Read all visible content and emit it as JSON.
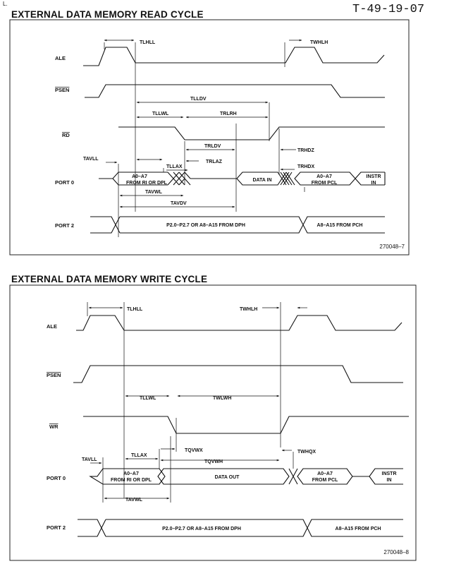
{
  "corner_mark": "L.",
  "doc_number": "T-49-19-07",
  "read": {
    "title": "EXTERNAL DATA MEMORY READ CYCLE",
    "signals": {
      "ale": "ALE",
      "psen": "PSEN",
      "rd": "RD",
      "port0": "PORT 0",
      "port2": "PORT 2"
    },
    "timings": {
      "tlhll": "TLHLL",
      "twhlh": "TWHLH",
      "tlldv": "TLLDV",
      "tllwl": "TLLWL",
      "trlrh": "TRLRH",
      "tavll": "TAVLL",
      "trldv": "TRLDV",
      "trlaz": "TRLAZ",
      "trhdz": "TRHDZ",
      "tllax": "TLLAX",
      "trhdx": "TRHDX",
      "tavwl": "TAVWL",
      "tavdv": "TAVDV"
    },
    "port0_values": {
      "addr_top": "A0–A7",
      "addr_bottom": "FROM RI OR DPL",
      "data": "DATA IN",
      "pcl_top": "A0–A7",
      "pcl_bottom": "FROM PCL",
      "instr_top": "INSTR",
      "instr_bottom": "IN"
    },
    "port2_values": {
      "dph": "P2.0–P2.7 OR A8–A15 FROM DPH",
      "pch": "A8–A15 FROM PCH"
    },
    "figure_id": "270048–7"
  },
  "write": {
    "title": "EXTERNAL DATA MEMORY WRITE CYCLE",
    "signals": {
      "ale": "ALE",
      "psen": "PSEN",
      "wr": "WR",
      "port0": "PORT 0",
      "port2": "PORT 2"
    },
    "timings": {
      "tlhll": "TLHLL",
      "twhlh": "TWHLH",
      "tllwl": "TLLWL",
      "twlwh": "TWLWH",
      "tllax": "TLLAX",
      "tqvwx": "TQVWX",
      "tavll": "TAVLL",
      "tqvwh": "TQVWH",
      "twhqx": "TWHQX",
      "tavwl": "TAVWL"
    },
    "port0_values": {
      "addr_top": "A0–A7",
      "addr_bottom": "FROM RI OR DPL",
      "data": "DATA OUT",
      "pcl_top": "A0–A7",
      "pcl_bottom": "FROM PCL",
      "instr_top": "INSTR",
      "instr_bottom": "IN"
    },
    "port2_values": {
      "dph": "P2.0–P2.7 OR A8–A15 FROM DPH",
      "pch": "A8–A15 FROM PCH"
    },
    "figure_id": "270048–8"
  }
}
